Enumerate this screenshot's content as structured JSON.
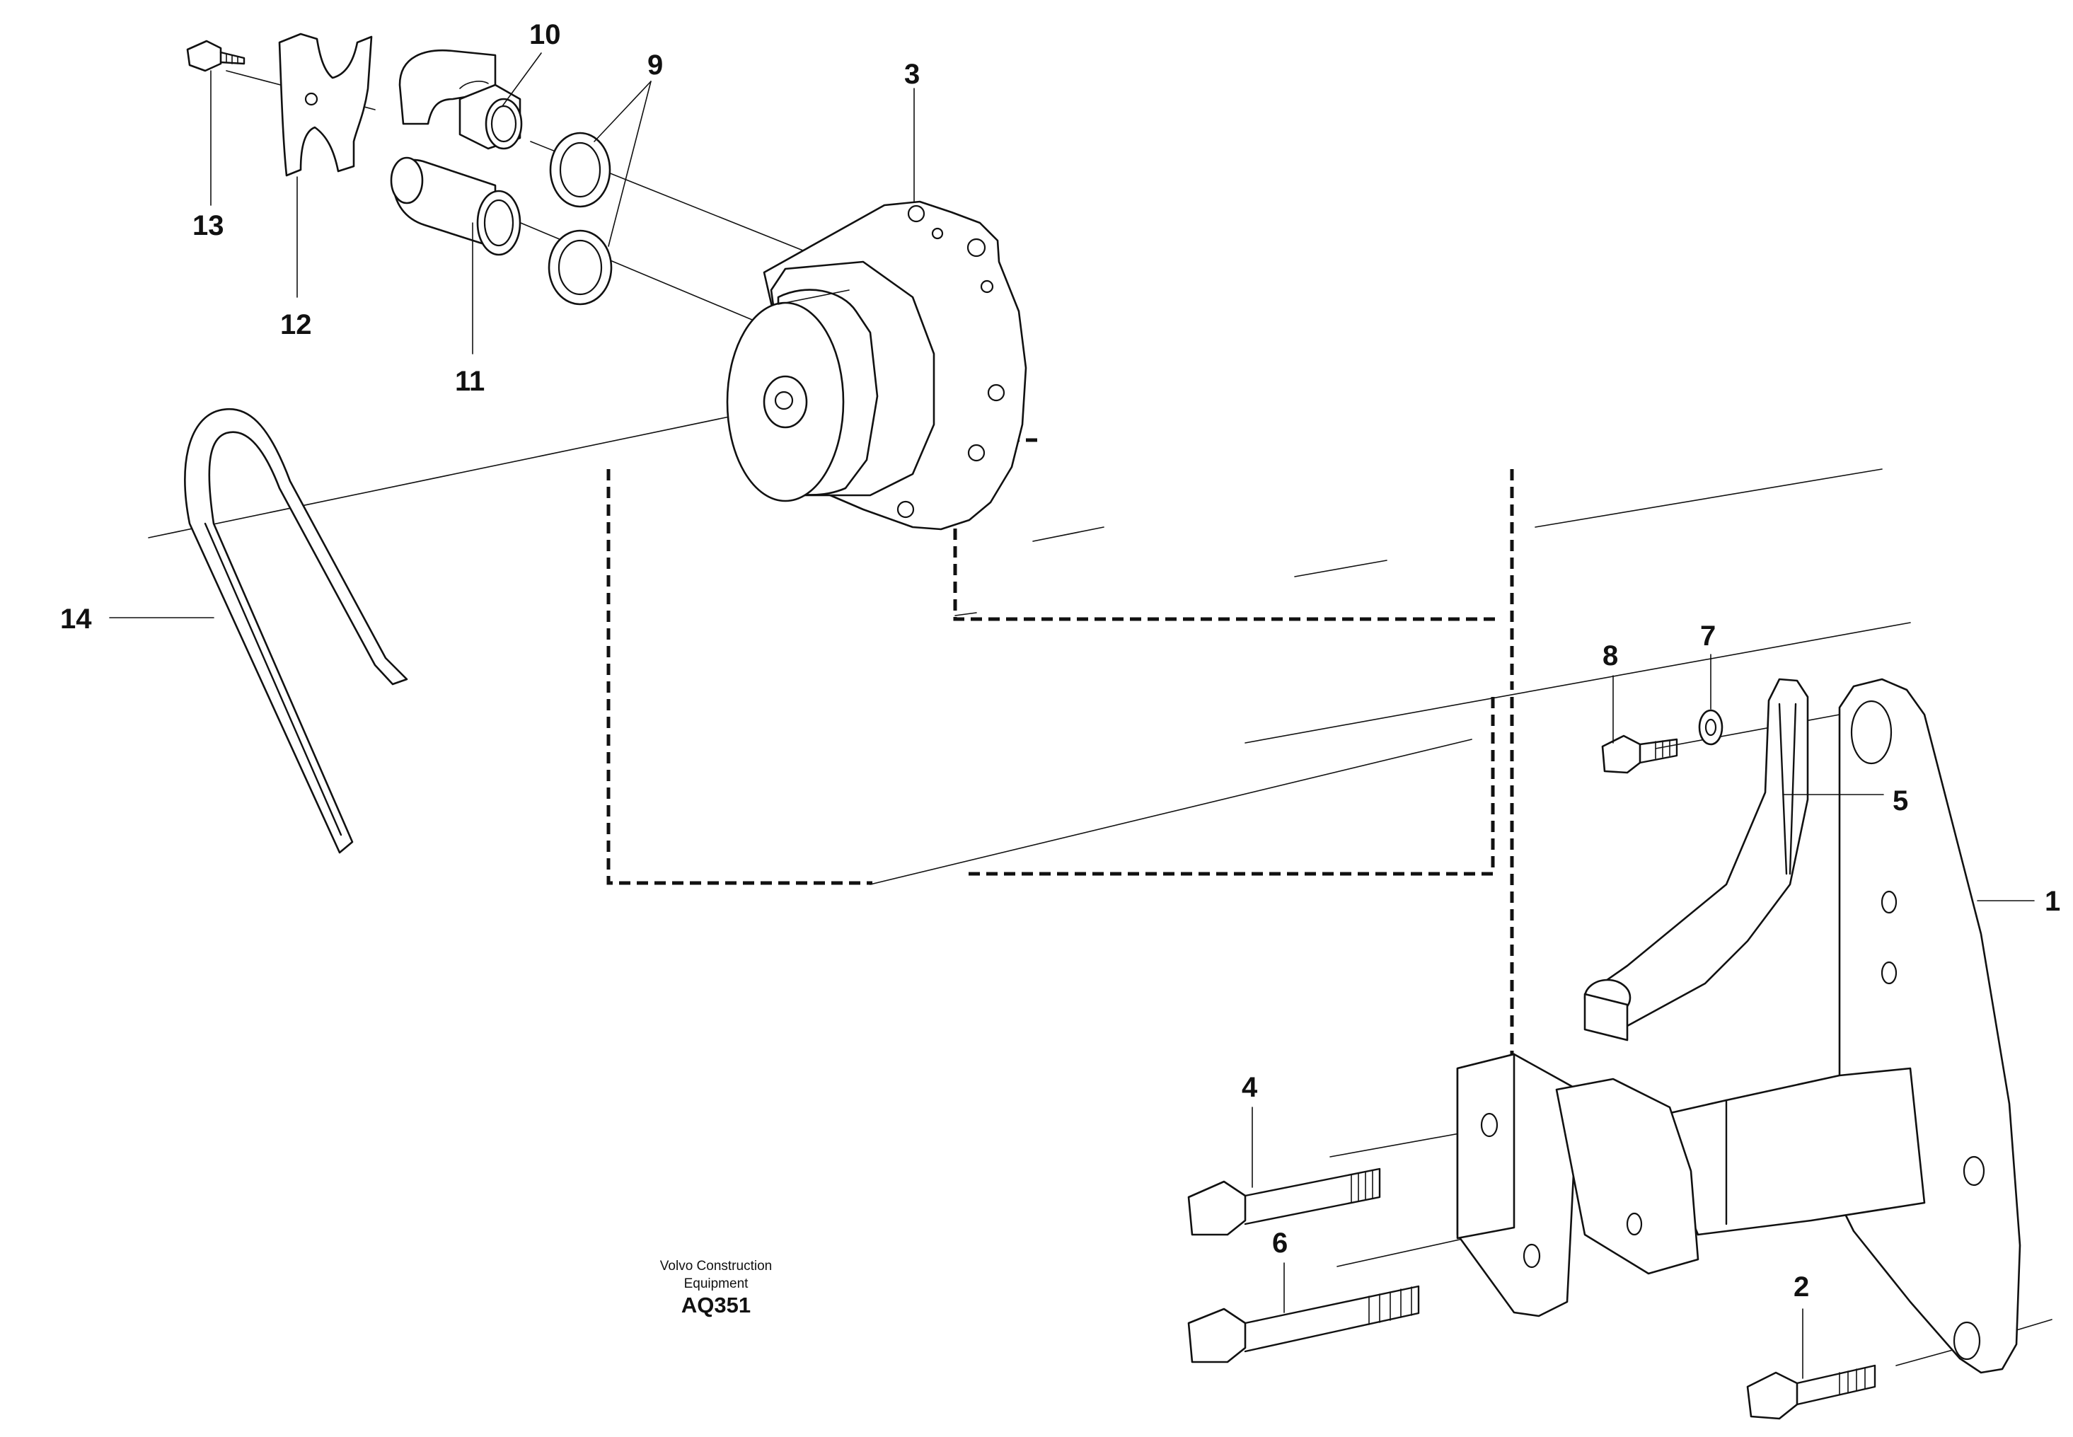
{
  "labels": {
    "p1": "1",
    "p2": "2",
    "p3": "3",
    "p4": "4",
    "p5": "5",
    "p6": "6",
    "p7": "7",
    "p8": "8",
    "p9": "9",
    "p10": "10",
    "p11": "11",
    "p12": "12",
    "p13": "13",
    "p14": "14"
  },
  "credit": {
    "line1": "Volvo Construction",
    "line2": "Equipment",
    "code": "AQ351"
  }
}
